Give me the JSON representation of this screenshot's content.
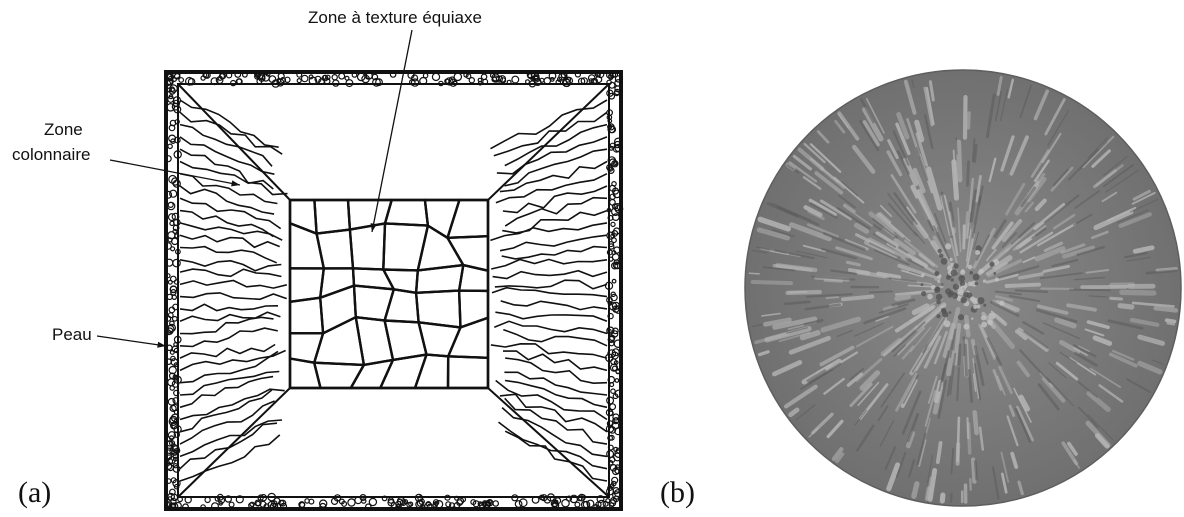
{
  "panel_a": {
    "label": "(a)",
    "annotations": {
      "equiaxed": "Zone à texture équiaxe",
      "columnar_line1": "Zone",
      "columnar_line2": "colonnaire",
      "skin": "Peau"
    }
  },
  "panel_b": {
    "label": "(b)"
  },
  "colors": {
    "ink": "#111111",
    "disk": "#7a7a7a",
    "disk_edge": "#5e5e5e",
    "grain_light": "#b4b4b4"
  }
}
